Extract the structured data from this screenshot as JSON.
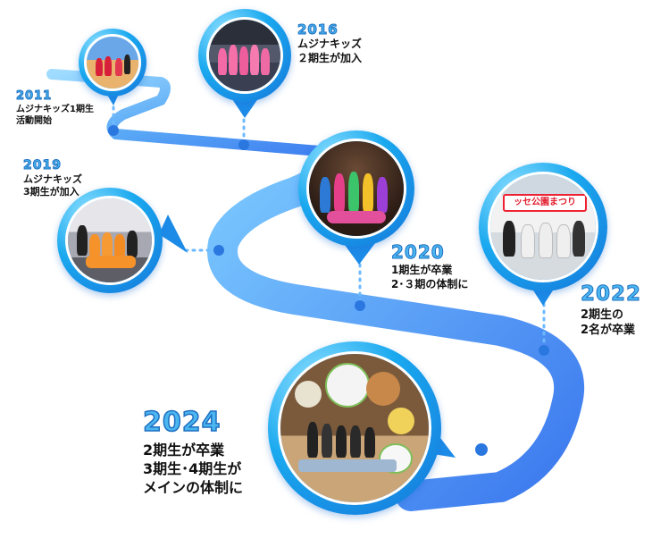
{
  "milestones": [
    {
      "year": "2011",
      "line1": "ムジナキッズ1期生",
      "line2": "活動開始"
    },
    {
      "year": "2016",
      "line1": "ムジナキッズ",
      "line2": "２期生が加入"
    },
    {
      "year": "2019",
      "line1": "ムジナキッズ",
      "line2": "3期生が加入"
    },
    {
      "year": "2020",
      "line1": "1期生が卒業",
      "line2": "2･３期の体制に"
    },
    {
      "year": "2022",
      "line1": "2期生の",
      "line2": "2名が卒業"
    },
    {
      "year": "2024",
      "line1": "2期生が卒業",
      "line2": "3期生･4期生が",
      "line3": "メインの体制に"
    }
  ],
  "banner_sign": "ッセ公園まつり",
  "colors": {
    "road_light": "#8fd3ff",
    "road_dark": "#3f8cf2",
    "accent": "#4bb6f0",
    "dot": "#2b77e0"
  }
}
